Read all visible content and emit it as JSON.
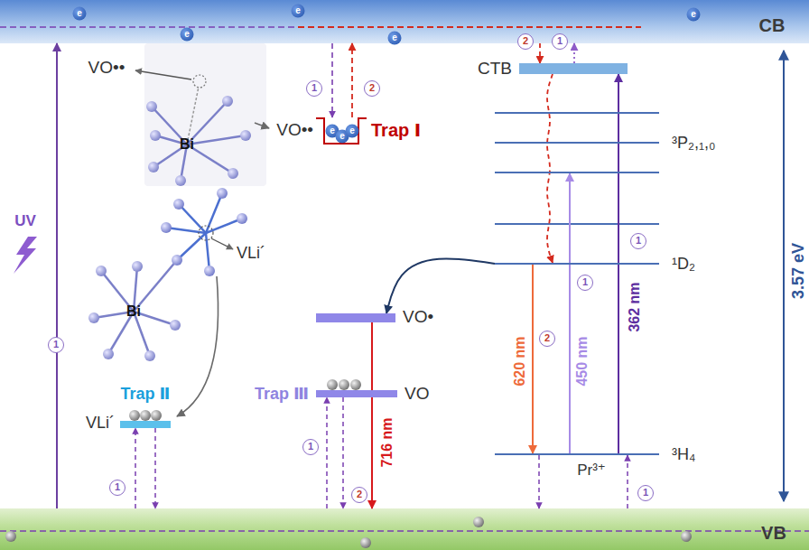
{
  "diagram": {
    "nodes": [
      {
        "text": [
          "CB"
        ]
      },
      {
        "text": [
          "VO••",
          "Trap Ⅰ"
        ]
      },
      {
        "text": [
          "CTB"
        ]
      },
      {
        "text": [
          "³P₂,₁,₀"
        ]
      },
      {
        "text": [
          "¹D₂"
        ]
      },
      {
        "text": [
          "VO•"
        ]
      },
      {
        "text": [
          "Trap Ⅱ",
          "VLi´"
        ]
      },
      {
        "text": [
          "Trap Ⅲ",
          "VO"
        ]
      },
      {
        "text": [
          "³H₄",
          "Pr³⁺"
        ]
      },
      {
        "text": [
          "VB"
        ]
      }
    ],
    "edges": [
      {
        "from": 9,
        "to": 0,
        "arrow": "to"
      },
      {
        "from": 0,
        "to": 1,
        "arrow": "to"
      },
      {
        "from": 1,
        "to": 0,
        "arrow": "to"
      },
      {
        "from": 0,
        "to": 2,
        "arrow": "to"
      },
      {
        "from": 2,
        "to": 0,
        "arrow": "to"
      },
      {
        "from": 2,
        "to": 4,
        "arrow": "to"
      },
      {
        "from": 4,
        "to": 8,
        "label": "620 nm",
        "arrow": "to"
      },
      {
        "from": 8,
        "to": 3,
        "label": "450 nm",
        "arrow": "to"
      },
      {
        "from": 8,
        "to": 2,
        "label": "362 nm",
        "arrow": "to"
      },
      {
        "from": 4,
        "to": 5,
        "arrow": "to"
      },
      {
        "from": 5,
        "to": 9,
        "label": "716 nm",
        "arrow": "to"
      },
      {
        "from": 9,
        "to": 6,
        "arrow": "to"
      },
      {
        "from": 6,
        "to": 9,
        "arrow": "to"
      },
      {
        "from": 9,
        "to": 7,
        "arrow": "to"
      },
      {
        "from": 7,
        "to": 9,
        "arrow": "to"
      },
      {
        "from": 8,
        "to": 9,
        "arrow": "to"
      },
      {
        "from": 9,
        "to": 8,
        "arrow": "to"
      }
    ],
    "labels": [
      "VO••",
      "Bi",
      "UV",
      "Bi",
      "VLi´",
      "3.57 eV",
      "1",
      "1",
      "2",
      "2",
      "1",
      "1",
      "1",
      "2",
      "1",
      "1",
      "2",
      "1",
      "e",
      "e",
      "e",
      "e",
      "e",
      "e",
      "e",
      "e"
    ]
  }
}
